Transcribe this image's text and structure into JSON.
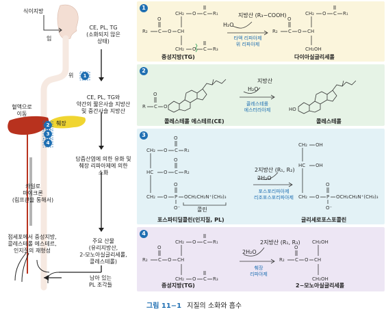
{
  "left": {
    "food_fat": "식이지방",
    "mouth": "입",
    "stomach_label": "위",
    "pancreas_label": "췌장",
    "liver_label_1": "혈액으로",
    "liver_label_2": "이동",
    "step_top_1": "CE, PL, TG",
    "step_top_2": "(소화되지 않은",
    "step_top_3": "상태)",
    "step_stomach_1": "CE, PL, TG와",
    "step_stomach_2": "약간의 짧은사슬 지방산",
    "step_stomach_3": "및 중간사슬 지방산",
    "step_small_1": "담즙산염에 의한 유화 및",
    "step_small_2": "췌장 리파아제에 의한",
    "step_small_3": "소화",
    "chylo_1": "카일로",
    "chylo_2": "마이크론",
    "chylo_3": "(림프관을 통해서)",
    "resynth_1": "점세포에서 중성지방,",
    "resynth_2": "콜레스테롤 에스테르,",
    "resynth_3": "인지질의 재형성",
    "products_1": "주요 산물",
    "products_2": "(유리지방산,",
    "products_3": "2-모노아실글리세롤,",
    "products_4": "콜레스테롤)",
    "remain_1": "남아 있는",
    "remain_2": "PL 조각들",
    "badge_1": "1",
    "badge_2": "2",
    "badge_3": "3",
    "badge_4": "4"
  },
  "panels": [
    {
      "num": "1",
      "reactant": "중성지방(TG)",
      "product": "다이아실글리세롤",
      "reagent_top": "지방산 (R₃−COOH)",
      "water": "H₂O",
      "enzyme_1": "타액 리파아제",
      "enzyme_2": "위 리파아제",
      "color": "#fbf5dc"
    },
    {
      "num": "2",
      "reactant": "콜레스테롤 에스테르(CE)",
      "product": "콜레스테롤",
      "reagent_top": "지방산",
      "water": "H₂O",
      "enzyme_1": "콜레스테롤",
      "enzyme_2": "에스터라아제",
      "color": "#e6f3e6"
    },
    {
      "num": "3",
      "reactant": "포스파티딜콜린(인지질, PL)",
      "product": "글리세로포스포콜린",
      "reagent_top": "2지방산 (R₁, R₂)",
      "water": "2H₂O",
      "enzyme_1": "포스포리파아제",
      "enzyme_2": "리조포스포리파아제",
      "choline": "콜린",
      "color": "#e3f2f6"
    },
    {
      "num": "4",
      "reactant": "중성지방(TG)",
      "product": "2−모노아실글리세롤",
      "reagent_top": "2지방산 (R₁, R₃)",
      "water": "2H₂O",
      "enzyme_1": "췌장",
      "enzyme_2": "리파아제",
      "color": "#ede6f4"
    }
  ],
  "caption": {
    "label": "그림 11−1",
    "title": "지질의 소화와 흡수"
  }
}
